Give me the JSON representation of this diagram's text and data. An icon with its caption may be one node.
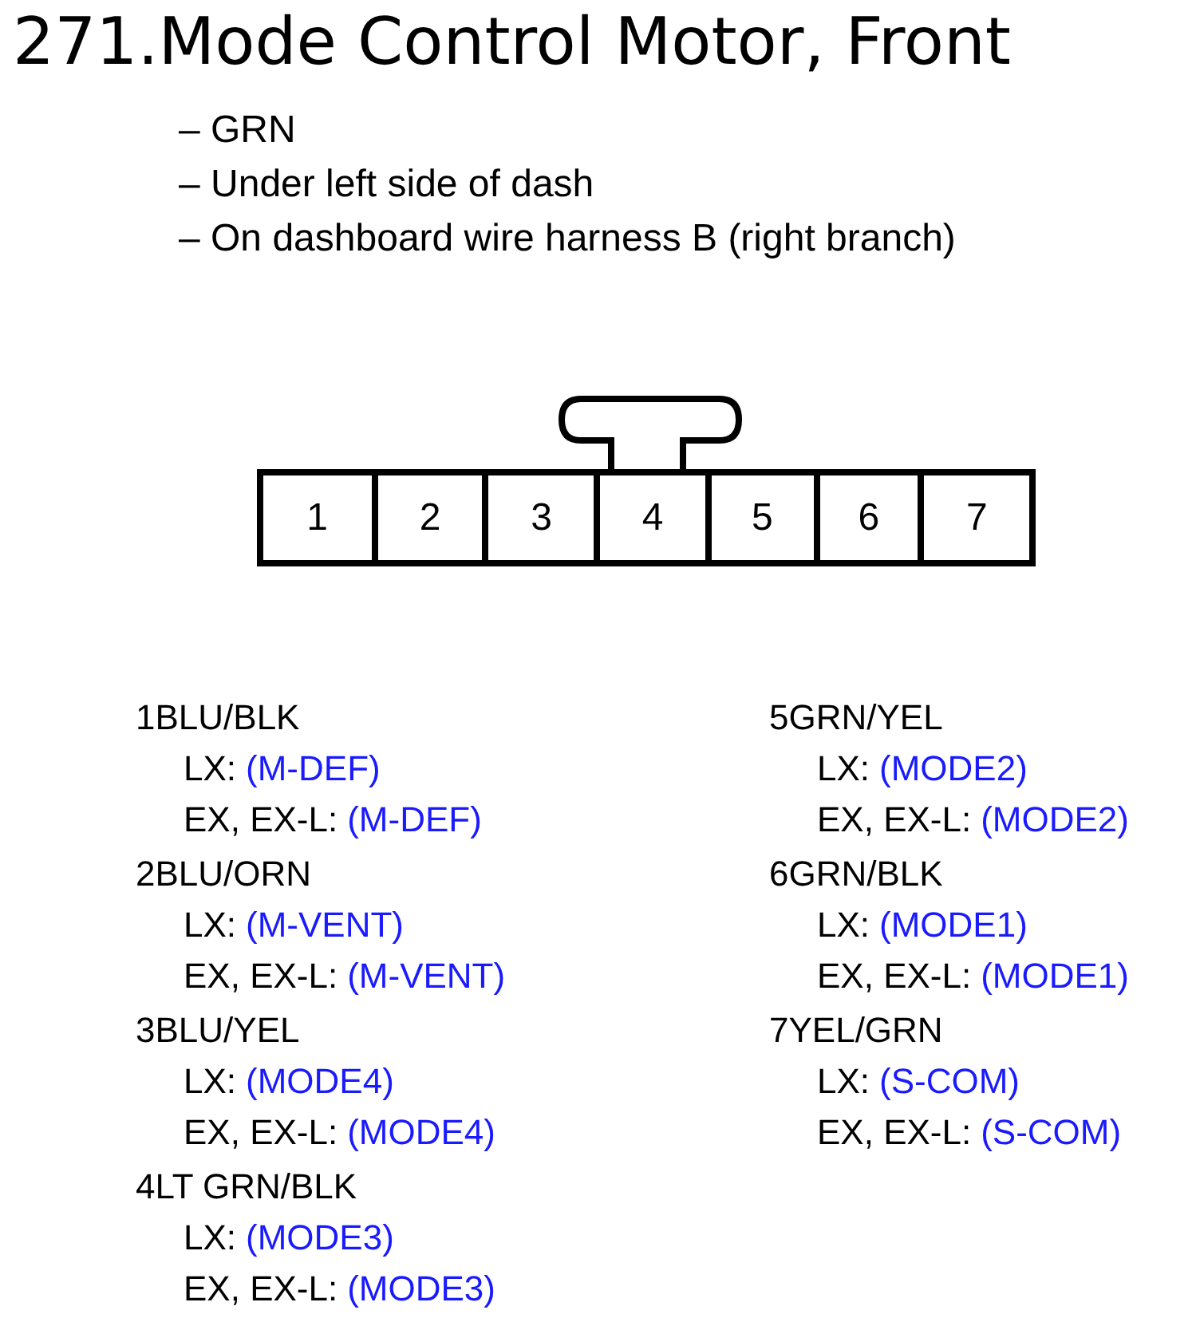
{
  "diagram": {
    "title": "271.Mode Control Motor, Front",
    "nodes": [
      {
        "text": [
          "1"
        ]
      },
      {
        "text": [
          "2"
        ]
      },
      {
        "text": [
          "3"
        ]
      },
      {
        "text": [
          "4"
        ]
      },
      {
        "text": [
          "5"
        ]
      },
      {
        "text": [
          "6"
        ]
      },
      {
        "text": [
          "7"
        ]
      }
    ],
    "labels": [
      "– GRN",
      "– Under left side of dash",
      "– On dashboard wire harness B (right branch)",
      "1BLU/BLK",
      "LX:",
      "(M-DEF)",
      "EX, EX-L:",
      "(M-DEF)",
      "2BLU/ORN",
      "LX:",
      "(M-VENT)",
      "EX, EX-L:",
      "(M-VENT)",
      "3BLU/YEL",
      "LX:",
      "(MODE4)",
      "EX, EX-L:",
      "(MODE4)",
      "4LT GRN/BLK",
      "LX:",
      "(MODE3)",
      "EX, EX-L:",
      "(MODE3)",
      "5GRN/YEL",
      "LX:",
      "(MODE2)",
      "EX, EX-L:",
      "(MODE2)",
      "6GRN/BLK",
      "LX:",
      "(MODE1)",
      "EX, EX-L:",
      "(MODE1)",
      "7YEL/GRN",
      "LX:",
      "(S-COM)",
      "EX, EX-L:",
      "(S-COM)"
    ]
  }
}
